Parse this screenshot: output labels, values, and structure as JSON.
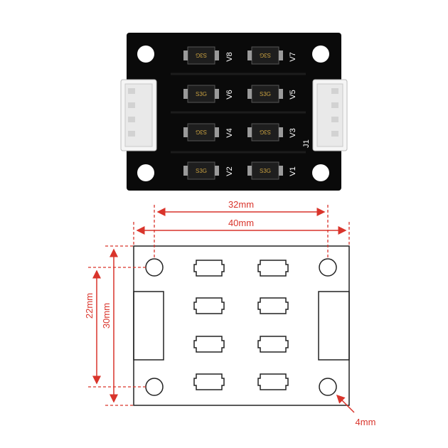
{
  "photo": {
    "labels": {
      "v8": "V8",
      "v7": "V7",
      "v6": "V6",
      "v5": "V5",
      "v4": "V4",
      "v3": "V3",
      "v2": "V2",
      "v1": "V1",
      "j1": "J1"
    },
    "chip_text": "S3G",
    "board_color": "#0a0a0a",
    "connector_color": "#f4f4f4"
  },
  "drawing": {
    "dim_32": "32mm",
    "dim_40": "40mm",
    "dim_22": "22mm",
    "dim_30": "30mm",
    "dim_hole": "4mm",
    "accent_color": "#d9342b"
  }
}
